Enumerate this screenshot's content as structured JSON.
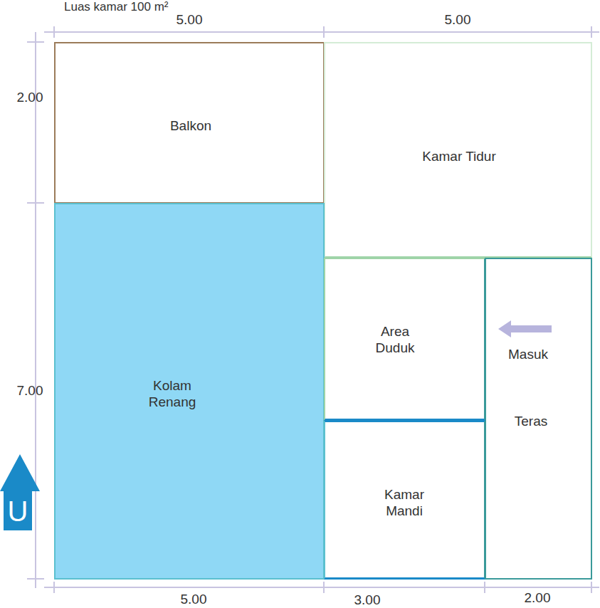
{
  "diagram": {
    "nodes": [
      {
        "text": [
          "Balkon"
        ]
      },
      {
        "text": [
          "Kamar Tidur"
        ]
      },
      {
        "text": [
          "Kolam Renang"
        ]
      },
      {
        "text": [
          "Area Duduk"
        ]
      },
      {
        "text": [
          "Masuk",
          "Teras"
        ]
      },
      {
        "text": [
          "Kamar Mandi"
        ]
      }
    ],
    "labels": [
      "Luas kamar 100 m²",
      "5.00",
      "5.00",
      "2.00",
      "7.00",
      "5.00",
      "3.00",
      "2.00",
      "U"
    ]
  }
}
